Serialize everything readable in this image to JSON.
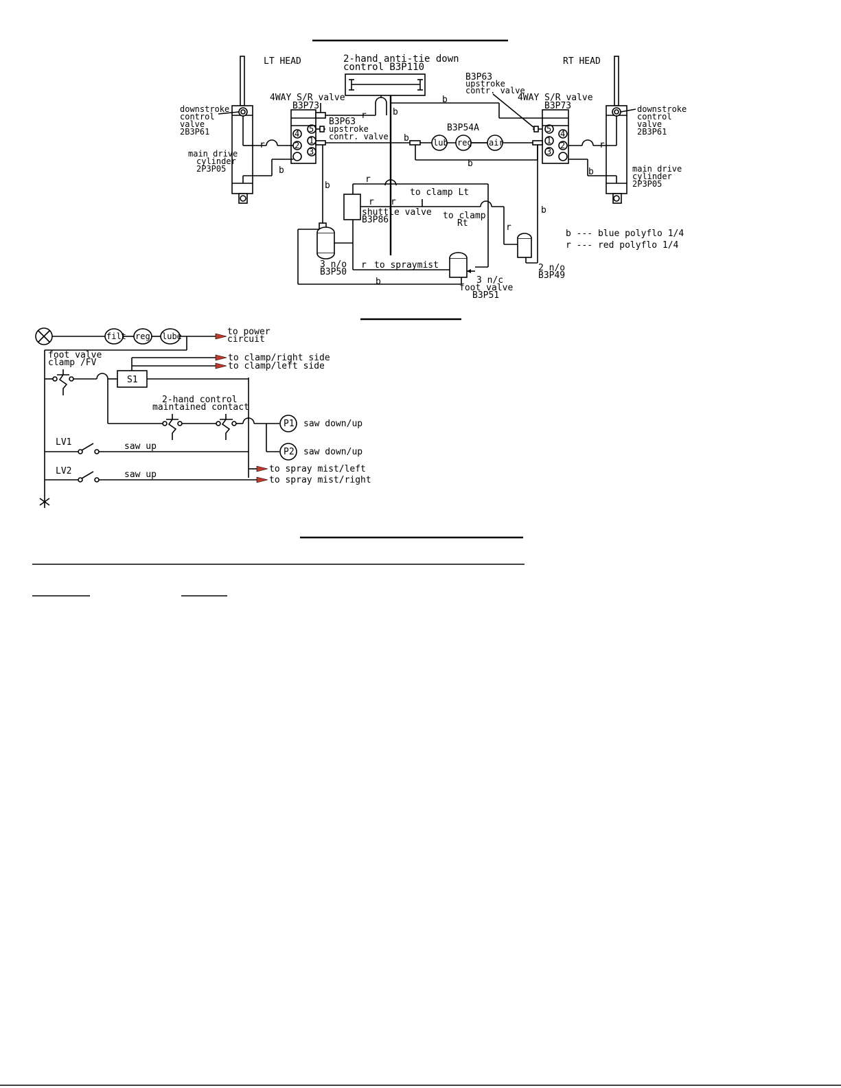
{
  "pneumatic": {
    "lt_head": "LT HEAD",
    "rt_head": "RT HEAD",
    "two_hand": [
      "2-hand anti-tie down",
      "control B3P110"
    ],
    "downstroke_left": [
      "downstroke",
      "control",
      "valve",
      "2B3P61"
    ],
    "downstroke_right": [
      "downstroke",
      "control",
      "valve",
      "2B3P61"
    ],
    "valve_left_title": [
      "4WAY S/R valve",
      "B3P73"
    ],
    "valve_right_title": [
      "4WAY S/R valve",
      "B3P73"
    ],
    "upstroke_left": [
      "B3P63",
      "upstroke",
      "contr. valve"
    ],
    "upstroke_right": [
      "B3P63",
      "upstroke",
      "contr. valve"
    ],
    "main_drive_left": [
      "main drive",
      "cylinder",
      "2P3P05"
    ],
    "main_drive_right": [
      "main drive",
      "cylinder",
      "2P3P05"
    ],
    "ports": [
      "5",
      "4",
      "1",
      "2",
      "3"
    ],
    "frl_title": "B3P54A",
    "frl": [
      "lub",
      "reg",
      "air"
    ],
    "to_clamp_lt": "to clamp Lt",
    "to_clamp_rt": [
      "to clamp",
      "Rt"
    ],
    "shuttle": [
      "shuttle valve",
      "B3P86"
    ],
    "valve_3no": [
      "3 n/o",
      "B3P50"
    ],
    "to_spraymist": "to spraymist",
    "foot_valve": [
      "3 n/c",
      "foot valve",
      "B3P51"
    ],
    "valve_2no": [
      "2 n/o",
      "B3P49"
    ],
    "legend": [
      "b --- blue polyflo 1/4",
      "r --- red polyflo 1/4"
    ],
    "tag_b": "b",
    "tag_r": "r"
  },
  "electrical": {
    "frl": [
      "filt",
      "reg",
      "lube"
    ],
    "to_power": [
      "to power",
      "circuit"
    ],
    "foot_valve": [
      "foot valve",
      "clamp /FV"
    ],
    "to_clamp_right": "to clamp/right side",
    "to_clamp_left": "to clamp/left side",
    "s1": "S1",
    "two_hand": [
      "2-hand control",
      "maintained contact"
    ],
    "p1": "P1",
    "p2": "P2",
    "p1_label": "saw down/up",
    "p2_label": "saw down/up",
    "lv1": "LV1",
    "lv2": "LV2",
    "saw_up_1": "saw up",
    "saw_up_2": "saw up",
    "to_spray_left": "to spray mist/left",
    "to_spray_right": "to spray mist/right"
  }
}
